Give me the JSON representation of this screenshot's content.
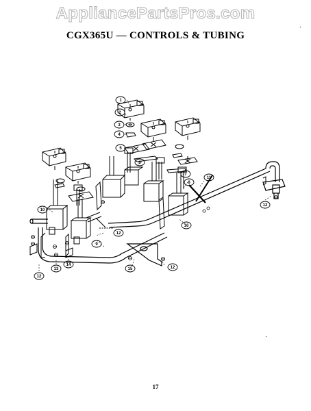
{
  "watermark": "AppliancePartsPros.com",
  "title": "CGX365U — CONTROLS & TUBING",
  "page_number": "17",
  "callouts": [
    "1",
    "2",
    "3",
    "4",
    "5",
    "6",
    "7",
    "8",
    "9",
    "10",
    "11",
    "12",
    "13",
    "14",
    "15",
    "16",
    "12",
    "12",
    "12",
    "12"
  ]
}
